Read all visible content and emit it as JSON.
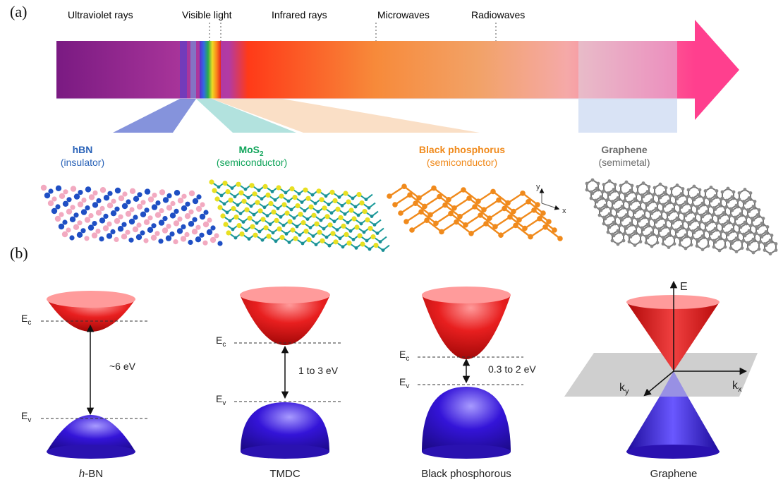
{
  "panels": {
    "a": "(a)",
    "b": "(b)"
  },
  "spectrum": {
    "bands": [
      {
        "label": "Ultraviolet rays",
        "color": "#8e2a8c"
      },
      {
        "label": "Visible light",
        "color": "#222222"
      },
      {
        "label": "Infrared rays",
        "color": "#f0442f"
      },
      {
        "label": "Microwaves",
        "color": "#a3141e"
      },
      {
        "label": "Radiowaves",
        "color": "#ec2f8e"
      }
    ]
  },
  "materials": [
    {
      "name": "hBN",
      "type": "(insulator)",
      "color": "#2a63b8"
    },
    {
      "name": "MoS",
      "name_sub": "2",
      "type": "(semiconductor)",
      "color": "#10a45a"
    },
    {
      "name": "Black phosphorus",
      "type": "(semiconductor)",
      "color": "#f08a1c"
    },
    {
      "name": "Graphene",
      "type": "(semimetal)",
      "color": "#6b6b6b"
    }
  ],
  "structure_axes": {
    "y": "y",
    "x": "x"
  },
  "band_diagrams": [
    {
      "caption_italic": "h",
      "caption": "-BN",
      "ec": "E",
      "ec_sub": "c",
      "ev": "E",
      "ev_sub": "v",
      "gap": "~6 eV"
    },
    {
      "caption": "TMDC",
      "ec": "E",
      "ec_sub": "c",
      "ev": "E",
      "ev_sub": "v",
      "gap": "1 to 3 eV"
    },
    {
      "caption": "Black phosphorous",
      "ec": "E",
      "ec_sub": "c",
      "ev": "E",
      "ev_sub": "v",
      "gap": "0.3 to 2 eV"
    },
    {
      "caption": "Graphene",
      "e_axis": "E",
      "kx": "k",
      "kx_sub": "x",
      "ky": "k",
      "ky_sub": "y"
    }
  ],
  "colors": {
    "conduction": "#e01818",
    "valence": "#2a10d8",
    "plane": "#bdbdbd"
  }
}
